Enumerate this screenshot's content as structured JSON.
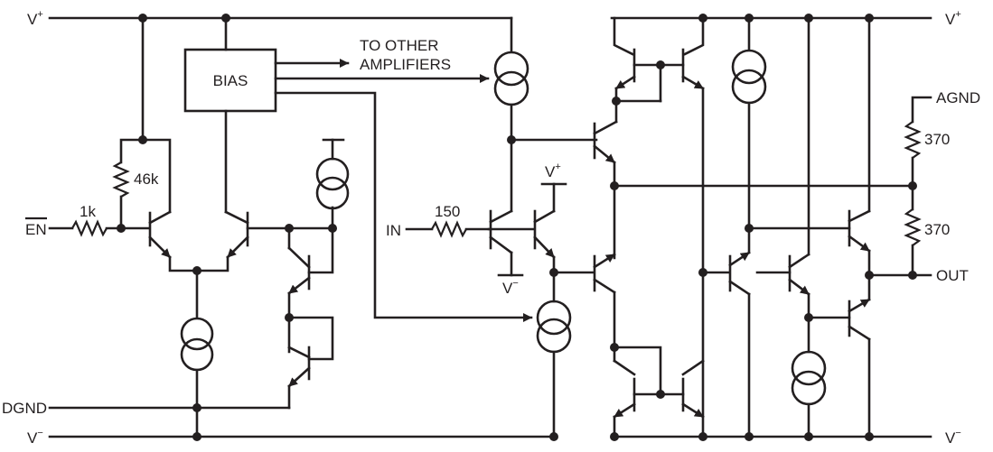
{
  "labels": {
    "vplus_left": "V",
    "vplus_right": "V",
    "vplus_mid": "V",
    "vminus_left": "V",
    "vminus_right": "V",
    "vminus_mid": "V",
    "plus": "+",
    "minus": "−",
    "bias": "BIAS",
    "to_other_line1": "TO OTHER",
    "to_other_line2": "AMPLIFIERS",
    "en": "EN",
    "r_1k": "1k",
    "r_46k": "46k",
    "in": "IN",
    "r_150": "150",
    "dgnd": "DGND",
    "agnd": "AGND",
    "r_370_top": "370",
    "r_370_bottom": "370",
    "out": "OUT"
  },
  "colors": {
    "ink": "#231f20",
    "background": "#ffffff"
  }
}
